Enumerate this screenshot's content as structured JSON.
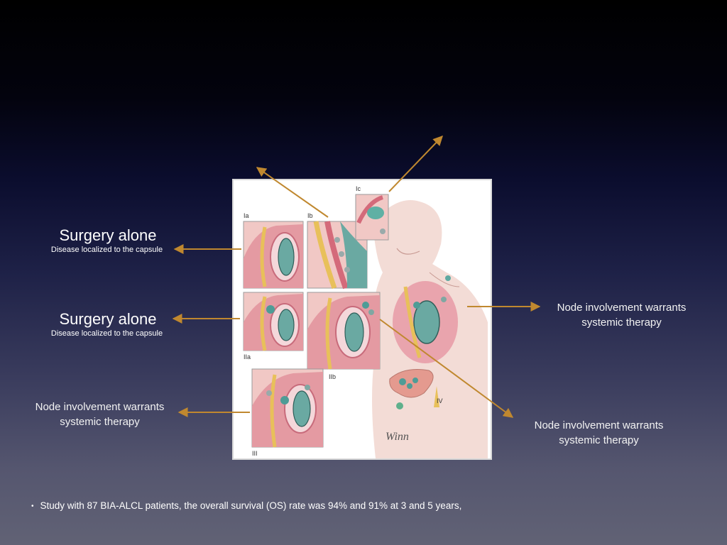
{
  "slide": {
    "labels": {
      "surgery_alone_1": "Surgery alone",
      "capsule_note_1": "Disease localized to the capsule",
      "surgery_alone_2": "Surgery alone",
      "capsule_note_2": "Disease localized to the capsule",
      "node_left": "Node involvement warrants systemic therapy",
      "node_right": "Node involvement warrants systemic therapy",
      "node_bottom": "Node involvement warrants systemic therapy"
    },
    "figure": {
      "panels": [
        "Ia",
        "Ib",
        "Ic",
        "IIa",
        "IIb",
        "III",
        "IV"
      ],
      "signature": "Winn"
    },
    "footnote": {
      "bullet": "•",
      "text": "Study with 87 BIA-ALCL patients, the overall survival (OS) rate was 94% and 91% at 3 and 5 years,"
    },
    "colors": {
      "arrow": "#c0882f",
      "tissue_pink": "#e9a4ad",
      "implant_teal": "#4e9c96",
      "fat_yellow": "#e8c05a"
    }
  }
}
